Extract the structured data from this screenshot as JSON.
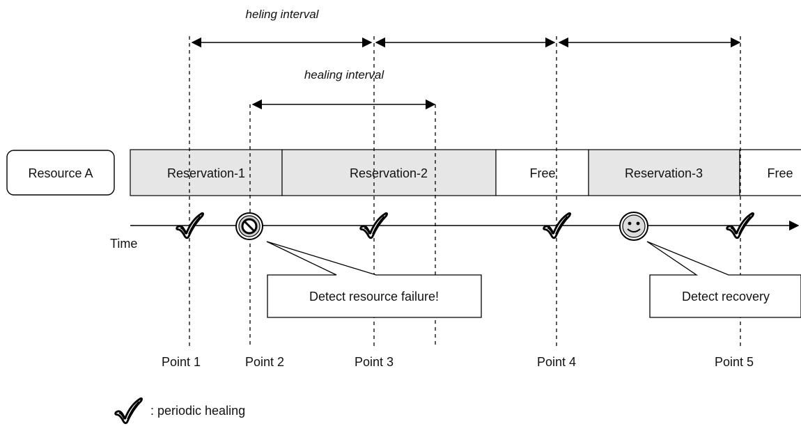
{
  "intervals": {
    "top_label": "heling interval",
    "inner_label": "healing interval"
  },
  "resource": {
    "label": "Resource A"
  },
  "segments": [
    {
      "label": "Reservation-1",
      "state": "reserved"
    },
    {
      "label": "Reservation-2",
      "state": "reserved"
    },
    {
      "label": "Free",
      "state": "free"
    },
    {
      "label": "Reservation-3",
      "state": "reserved"
    },
    {
      "label": "Free",
      "state": "free"
    }
  ],
  "timeline": {
    "label": "Time"
  },
  "points": [
    "Point 1",
    "Point 2",
    "Point 3",
    "Point 4",
    "Point 5"
  ],
  "callouts": {
    "failure": "Detect resource failure!",
    "recovery": "Detect recovery"
  },
  "legend": {
    "text": ": periodic healing",
    "icon": "check-icon"
  },
  "colors": {
    "reserved_fill": "#e6e6e6",
    "free_fill": "#ffffff",
    "stroke": "#000000"
  }
}
